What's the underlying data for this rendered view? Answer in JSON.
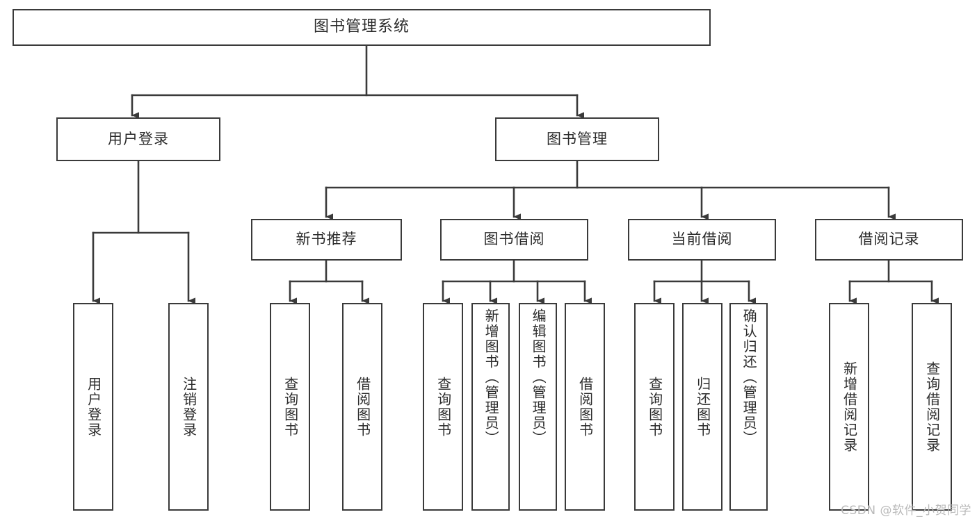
{
  "diagram": {
    "type": "tree",
    "title": "图书管理系统",
    "watermark": "CSDN @软件_小贺同学",
    "colors": {
      "box_border": "#3a3a3a",
      "box_fill": "#ffffff",
      "edge": "#3a3a3a",
      "text": "#2b2b2b",
      "watermark": "#b9b9b9",
      "background": "#ffffff"
    },
    "root": {
      "label": "图书管理系统"
    },
    "level1": [
      {
        "label": "用户登录"
      },
      {
        "label": "图书管理"
      }
    ],
    "level2": [
      {
        "label": "新书推荐"
      },
      {
        "label": "图书借阅"
      },
      {
        "label": "当前借阅"
      },
      {
        "label": "借阅记录"
      }
    ],
    "leaves": {
      "user_login": [
        {
          "label": "用户登录"
        },
        {
          "label": "注销登录"
        }
      ],
      "new_book_recommend": [
        {
          "label": "查询图书"
        },
        {
          "label": "借阅图书"
        }
      ],
      "book_borrow": [
        {
          "label": "查询图书"
        },
        {
          "label": "新增图书（管理员）"
        },
        {
          "label": "编辑图书（管理员）"
        },
        {
          "label": "借阅图书"
        }
      ],
      "current_borrow": [
        {
          "label": "查询图书"
        },
        {
          "label": "归还图书"
        },
        {
          "label": "确认归还（管理员）"
        }
      ],
      "borrow_record": [
        {
          "label": "新增借阅记录"
        },
        {
          "label": "查询借阅记录"
        }
      ]
    }
  }
}
